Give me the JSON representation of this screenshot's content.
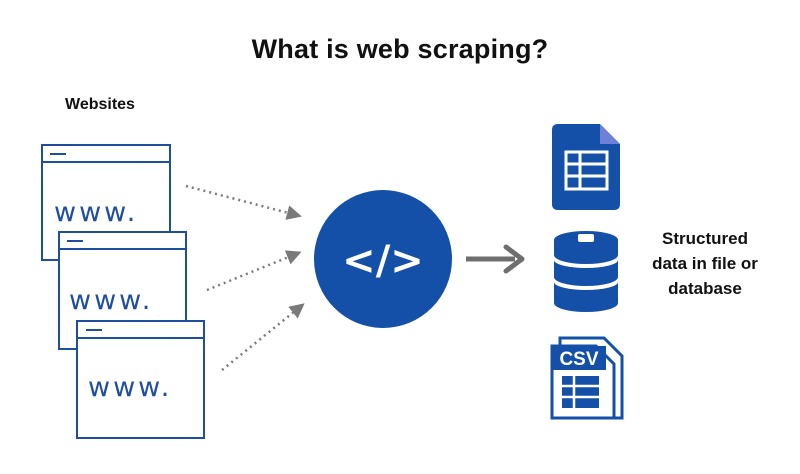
{
  "title": "What is web scraping?",
  "websites_label": "Websites",
  "www_text": "www.",
  "code_symbol": "</>",
  "csv_label": "CSV",
  "output_label": [
    "Structured",
    "data in file or",
    "database"
  ],
  "colors": {
    "primary": "#1550a8",
    "sheet_fold": "#6f80d8",
    "arrow_gray": "#7a7a7a",
    "text": "#111111"
  }
}
